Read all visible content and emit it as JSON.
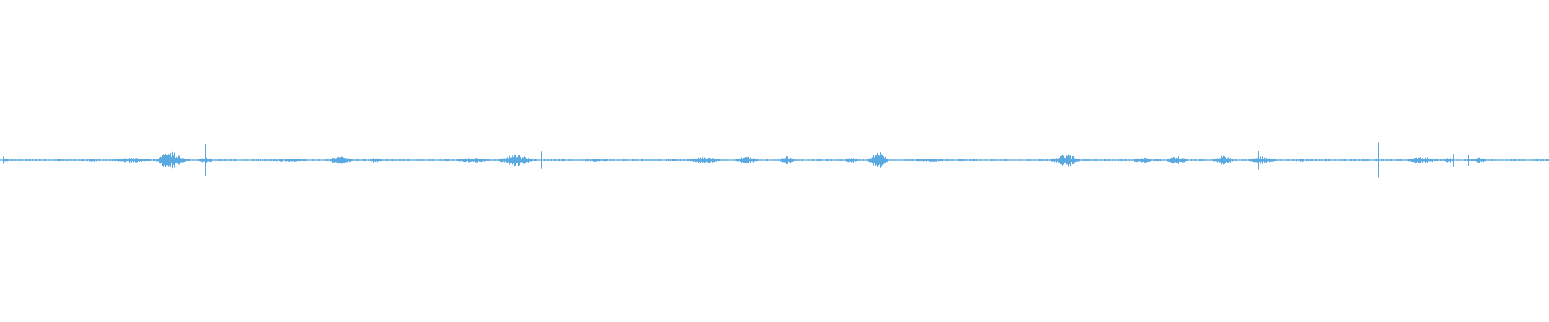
{
  "colors": {
    "background": "#ffffff",
    "waveform": "#5aa9e0"
  },
  "chart_data": {
    "type": "area",
    "title": "",
    "xlabel": "",
    "ylabel": "",
    "x_range": [
      0,
      1
    ],
    "ylim": [
      -1,
      1
    ],
    "grid": false,
    "legend": "none",
    "mirrored_about_zero": true,
    "background_amplitude": 0.012,
    "noise_seed": 7,
    "spikes": [
      {
        "position": 0.002,
        "amplitude": 0.06
      },
      {
        "position": 0.1073,
        "amplitude": 0.08
      },
      {
        "position": 0.1085,
        "amplitude": 0.1
      },
      {
        "position": 0.1095,
        "amplitude": 0.08
      },
      {
        "position": 0.1172,
        "amplitude": 1.0
      },
      {
        "position": 0.1325,
        "amplitude": 0.26
      },
      {
        "position": 0.3495,
        "amplitude": 0.14
      },
      {
        "position": 0.6887,
        "amplitude": 0.28
      },
      {
        "position": 0.8122,
        "amplitude": 0.15
      },
      {
        "position": 0.8898,
        "amplitude": 0.28
      },
      {
        "position": 0.9382,
        "amplitude": 0.1
      },
      {
        "position": 0.948,
        "amplitude": 0.09
      }
    ],
    "bursts": [
      {
        "center": 0.004,
        "width": 0.002,
        "amplitude": 0.04
      },
      {
        "center": 0.06,
        "width": 0.008,
        "amplitude": 0.025
      },
      {
        "center": 0.085,
        "width": 0.015,
        "amplitude": 0.04
      },
      {
        "center": 0.11,
        "width": 0.01,
        "amplitude": 0.14
      },
      {
        "center": 0.133,
        "width": 0.006,
        "amplitude": 0.05
      },
      {
        "center": 0.185,
        "width": 0.02,
        "amplitude": 0.025
      },
      {
        "center": 0.22,
        "width": 0.01,
        "amplitude": 0.06
      },
      {
        "center": 0.242,
        "width": 0.004,
        "amplitude": 0.05
      },
      {
        "center": 0.305,
        "width": 0.015,
        "amplitude": 0.035
      },
      {
        "center": 0.333,
        "width": 0.012,
        "amplitude": 0.09
      },
      {
        "center": 0.385,
        "width": 0.015,
        "amplitude": 0.025
      },
      {
        "center": 0.455,
        "width": 0.012,
        "amplitude": 0.05
      },
      {
        "center": 0.482,
        "width": 0.008,
        "amplitude": 0.06
      },
      {
        "center": 0.508,
        "width": 0.006,
        "amplitude": 0.06
      },
      {
        "center": 0.549,
        "width": 0.006,
        "amplitude": 0.04
      },
      {
        "center": 0.567,
        "width": 0.007,
        "amplitude": 0.14
      },
      {
        "center": 0.6,
        "width": 0.015,
        "amplitude": 0.025
      },
      {
        "center": 0.688,
        "width": 0.01,
        "amplitude": 0.1
      },
      {
        "center": 0.738,
        "width": 0.01,
        "amplitude": 0.04
      },
      {
        "center": 0.76,
        "width": 0.008,
        "amplitude": 0.06
      },
      {
        "center": 0.79,
        "width": 0.008,
        "amplitude": 0.07
      },
      {
        "center": 0.815,
        "width": 0.01,
        "amplitude": 0.06
      },
      {
        "center": 0.84,
        "width": 0.006,
        "amplitude": 0.03
      },
      {
        "center": 0.918,
        "width": 0.012,
        "amplitude": 0.05
      },
      {
        "center": 0.935,
        "width": 0.004,
        "amplitude": 0.04
      },
      {
        "center": 0.955,
        "width": 0.006,
        "amplitude": 0.04
      }
    ]
  }
}
